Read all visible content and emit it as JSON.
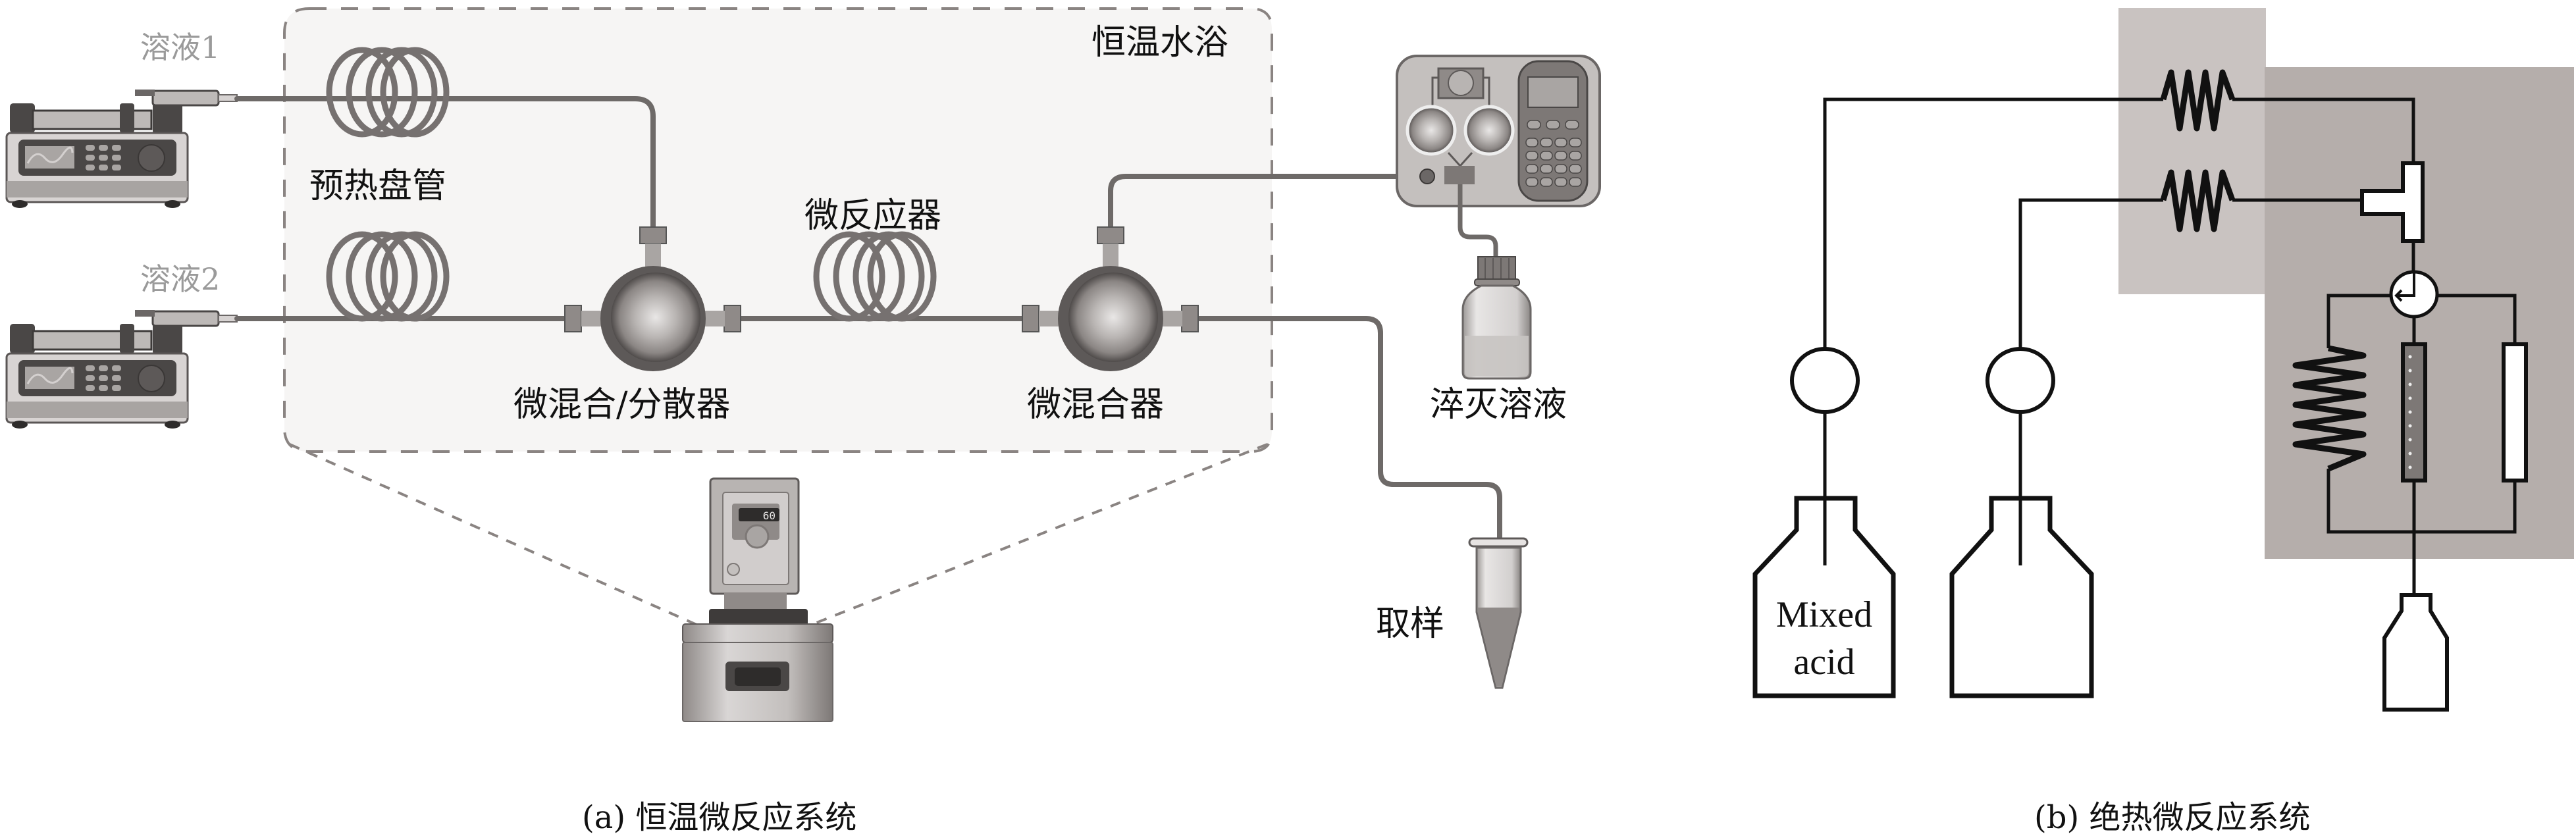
{
  "figure": {
    "panel_a": {
      "caption": "(a) 恒温微反应系统",
      "labels": {
        "solution_1": "溶液1",
        "solution_2": "溶液2",
        "preheat_coil": "预热盘管",
        "water_bath": "恒温水浴",
        "micro_reactor": "微反应器",
        "micromixer_disperser": "微混合/分散器",
        "micromixer": "微混合器",
        "quench_solution": "淬灭溶液",
        "sampling": "取样"
      },
      "water_bath_display": "60"
    },
    "panel_b": {
      "caption": "(b) 绝热微反应系统",
      "labels": {
        "mixed_acid_line1": "Mixed",
        "mixed_acid_line2": "acid"
      }
    }
  },
  "colors": {
    "pipe": "#6e6a68",
    "water_bath_fill": "#f6f5f4",
    "dashed_border": "#8a8482",
    "adiabatic_light": "#c9c3c1",
    "adiabatic_dark": "#b5aeab",
    "device_grey": "#b8b4b2",
    "device_dark": "#5d5958",
    "schematic_line": "#111111"
  }
}
